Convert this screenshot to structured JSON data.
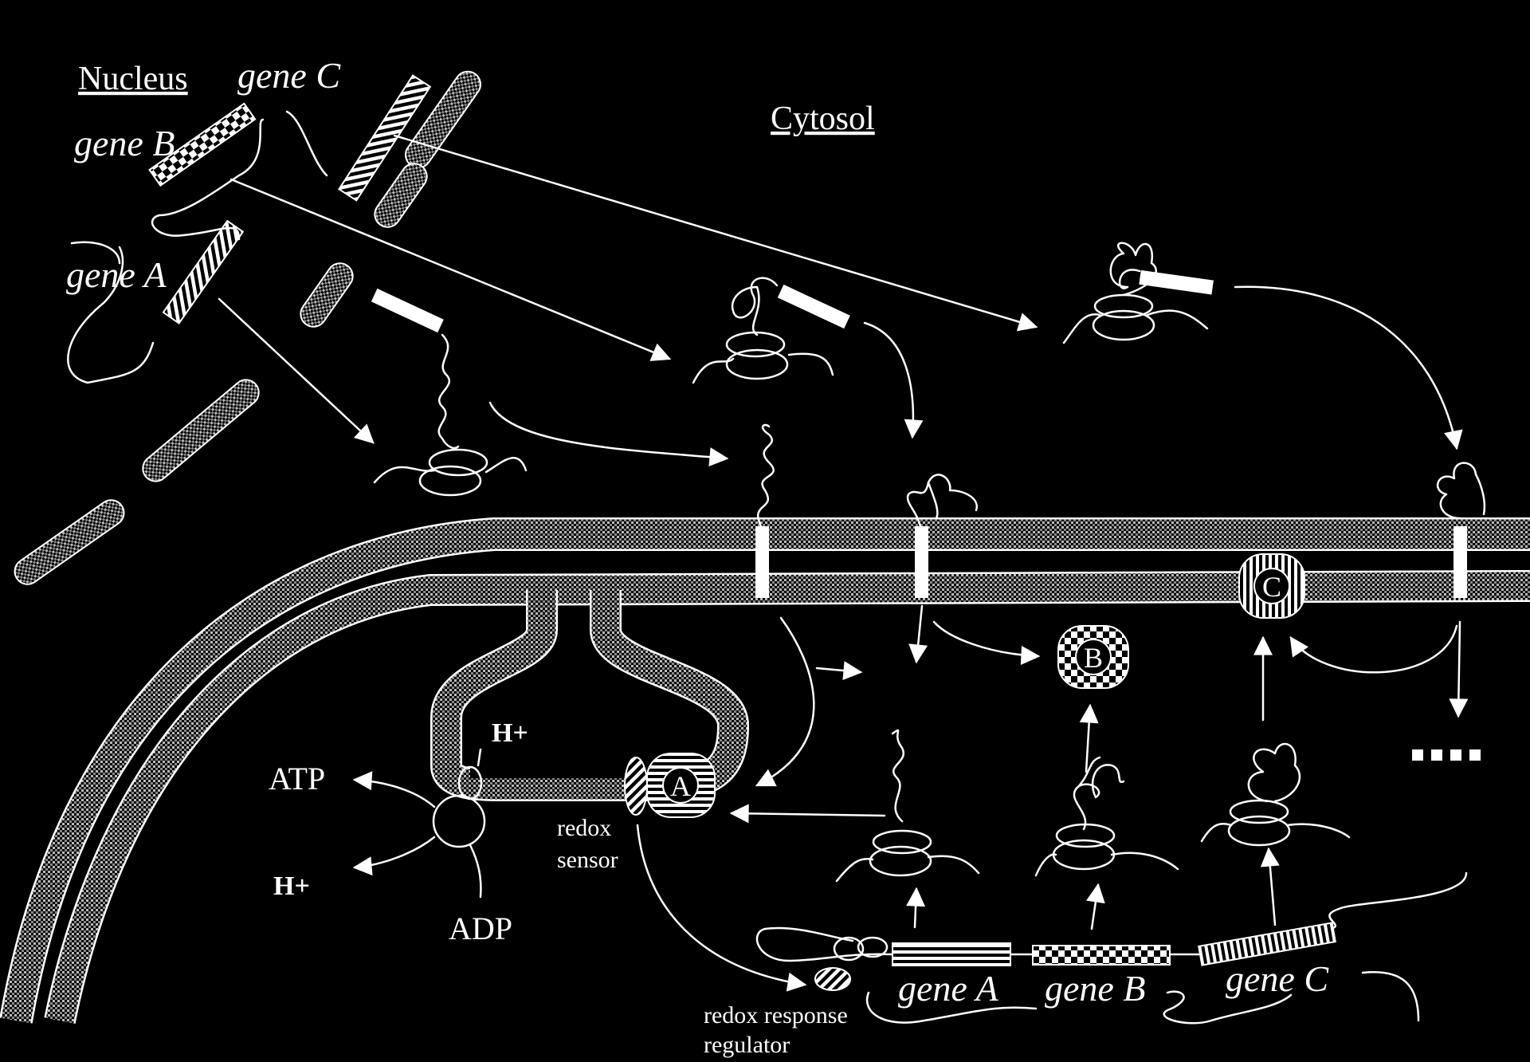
{
  "labels": {
    "nucleus": "Nucleus",
    "cytosol": "Cytosol",
    "atp": "ATP",
    "adp": "ADP",
    "h_plus": "H+",
    "redox_sensor_line1": "redox",
    "redox_sensor_line2": "sensor",
    "redox_regulator_line1": "redox response",
    "redox_regulator_line2": "regulator"
  },
  "nuclear_genes": {
    "gene_a": "gene A",
    "gene_b": "gene B",
    "gene_c": "gene C"
  },
  "organelle_genes": {
    "gene_a": "gene A",
    "gene_b": "gene B",
    "gene_c": "gene C"
  },
  "proteins": {
    "a": "A",
    "b": "B",
    "c": "C"
  },
  "colors": {
    "background": "#000000",
    "foreground": "#ffffff"
  }
}
